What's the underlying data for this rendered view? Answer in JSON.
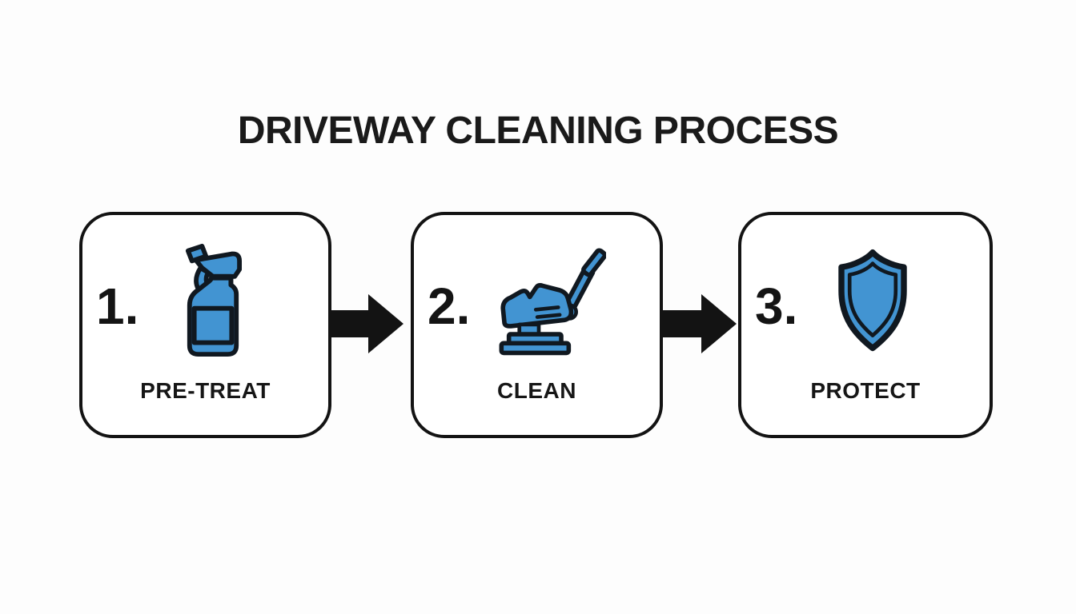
{
  "title": "DRIVEWAY CLEANING PROCESS",
  "colors": {
    "background": "#fdfdfd",
    "box_background": "#ffffff",
    "box_border": "#131313",
    "arrow": "#131313",
    "text": "#1a1a1a",
    "icon_fill": "#4294d2",
    "icon_stroke": "#101820"
  },
  "steps": [
    {
      "number": "1.",
      "label": "PRE-TREAT",
      "icon": "spray-bottle-icon"
    },
    {
      "number": "2.",
      "label": "CLEAN",
      "icon": "surface-cleaner-icon"
    },
    {
      "number": "3.",
      "label": "PROTECT",
      "icon": "shield-icon"
    }
  ],
  "arrows": [
    {
      "icon": "arrow-right-icon"
    },
    {
      "icon": "arrow-right-icon"
    }
  ]
}
